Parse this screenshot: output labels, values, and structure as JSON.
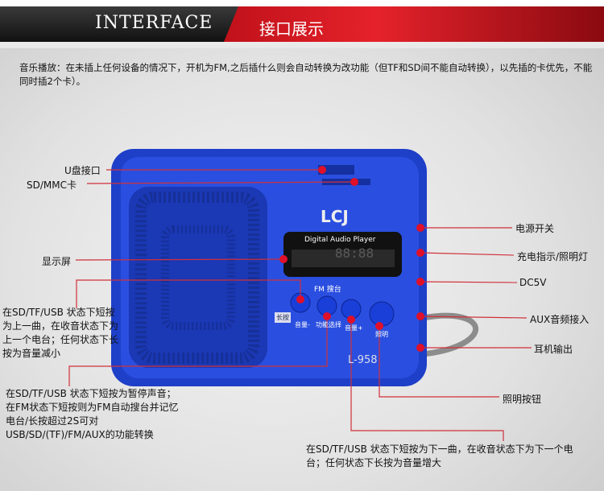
{
  "header": {
    "title": "INTERFACE",
    "subtitle": "接口展示"
  },
  "intro": "音乐播放：在未插上任何设备的情况下，开机为FM,之后插什么则会自动转换为改功能（但TF和SD间不能自动转换），以先插的卡优先，不能同时插2个卡）。",
  "device": {
    "brand": "LCJ",
    "display_title": "Digital Audio Player",
    "model": "L-958",
    "fm_label": "FM 搜台",
    "long_press": "长按",
    "buttons": [
      "音量-",
      "功能选择",
      "音量+",
      "照明"
    ]
  },
  "labels": {
    "usb": "U盘接口",
    "sd": "SD/MMC卡",
    "display": "显示屏",
    "power": "电源开关",
    "charge": "充电指示/照明灯",
    "dc": "DC5V",
    "aux": "AUX音频接入",
    "earphone": "耳机输出",
    "light_btn": "照明按钮"
  },
  "notes": {
    "prev": "在SD/TF/USB 状态下短按为上一曲，在收音状态下为上一个电台；任何状态下长按为音量减小",
    "mode": "在SD/TF/USB 状态下短按为暂停声音；在FM状态下短按则为FM自动搜台并记忆电台/长按超过2S可对USB/SD/(TF)/FM/AUX的功能转换",
    "next": "在SD/TF/USB 状态下短按为下一曲，在收音状态下为下一个电台；任何状态下长按为音量增大"
  }
}
